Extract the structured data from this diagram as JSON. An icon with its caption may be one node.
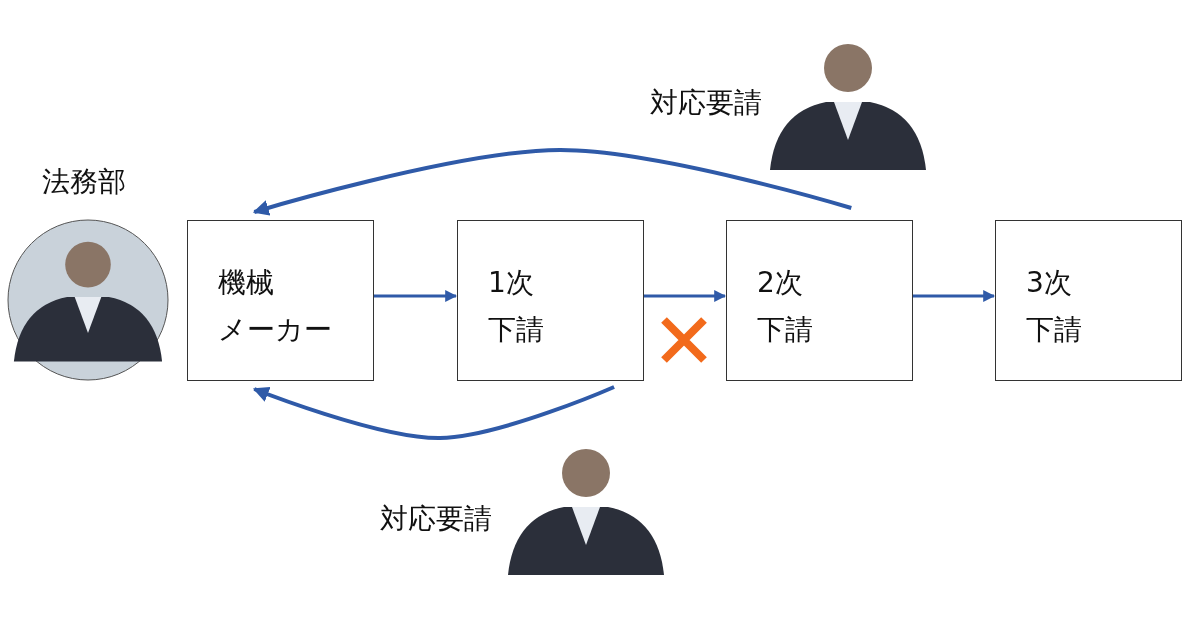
{
  "diagram": {
    "nodes": [
      {
        "text": [
          "機械メーカー"
        ]
      },
      {
        "text": [
          "1次下請"
        ]
      },
      {
        "text": [
          "2次下請"
        ]
      },
      {
        "text": [
          "3次下請"
        ]
      }
    ],
    "edges": [
      {
        "from": 0,
        "to": 1,
        "arrow": "to"
      },
      {
        "from": 1,
        "to": 2,
        "arrow": "to"
      },
      {
        "from": 2,
        "to": 3,
        "arrow": "to"
      },
      {
        "from": 2,
        "to": 0,
        "arrow": "to"
      },
      {
        "from": 1,
        "to": 0,
        "arrow": "to"
      }
    ],
    "labels": [
      "対応要請",
      "法務部",
      "対応要請"
    ]
  }
}
